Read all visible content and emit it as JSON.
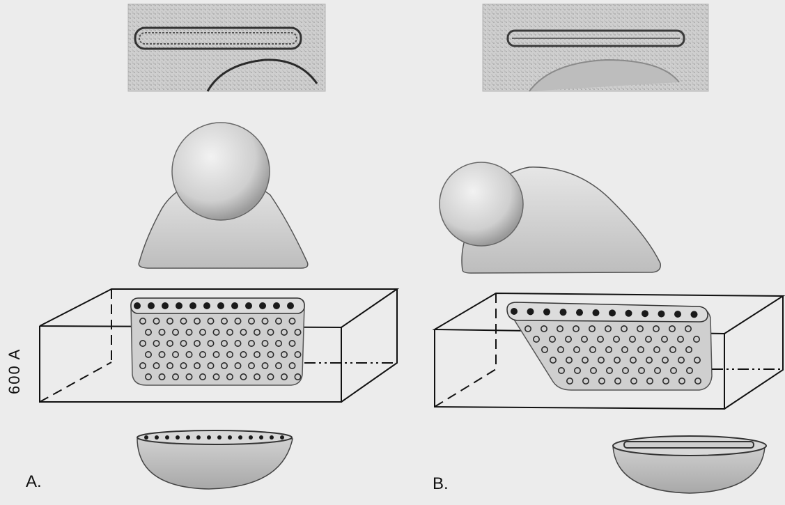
{
  "panels": [
    {
      "label": "A."
    },
    {
      "label": "B."
    }
  ],
  "scale": {
    "text": "600 A"
  },
  "colors": {
    "background": "#ececec",
    "micrograph": "#cfcfcf",
    "body_fill": "#d6d6d6",
    "edge": "#222222",
    "dot_fill": "#cfcfcf"
  }
}
